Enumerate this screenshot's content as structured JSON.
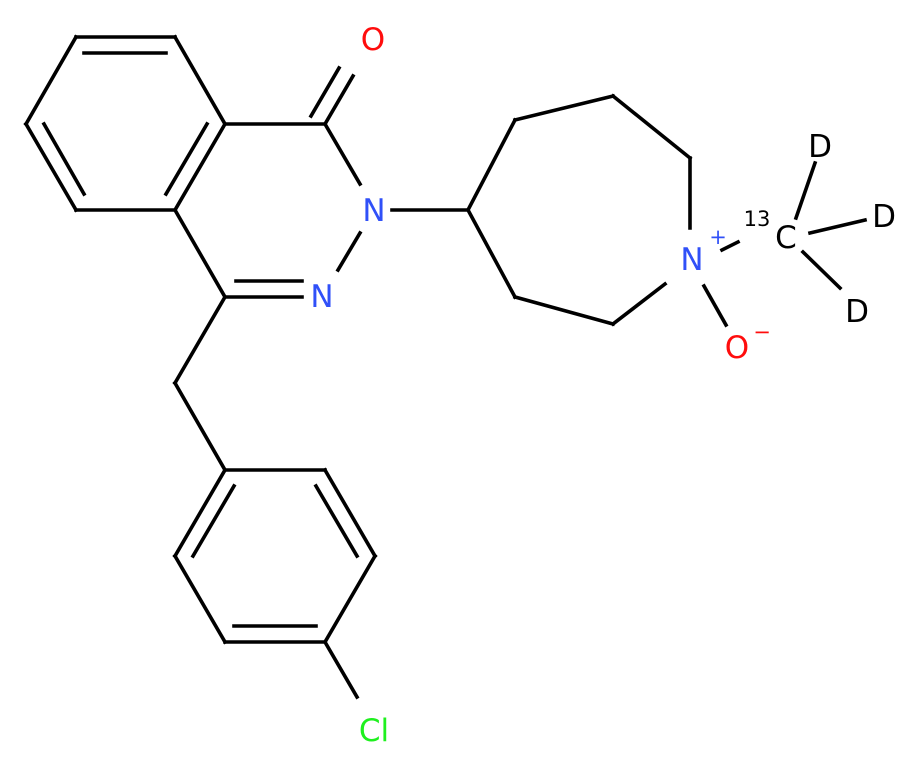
{
  "atoms": {
    "o_carbonyl": "O",
    "n2": "N",
    "n3": "N",
    "cl": "Cl",
    "n_azepane": "N",
    "n_charge": "+",
    "o_oxide": "O",
    "o_charge": "−",
    "c_isotope_mass": "13",
    "c_isotope": "C",
    "d1": "D",
    "d2": "D",
    "d3": "D"
  },
  "colors": {
    "bond": "#000000",
    "nitrogen": "#3050F8",
    "oxygen": "#FF0D0D",
    "chlorine": "#1FF01F",
    "carbon_hydrogen": "#000000"
  }
}
